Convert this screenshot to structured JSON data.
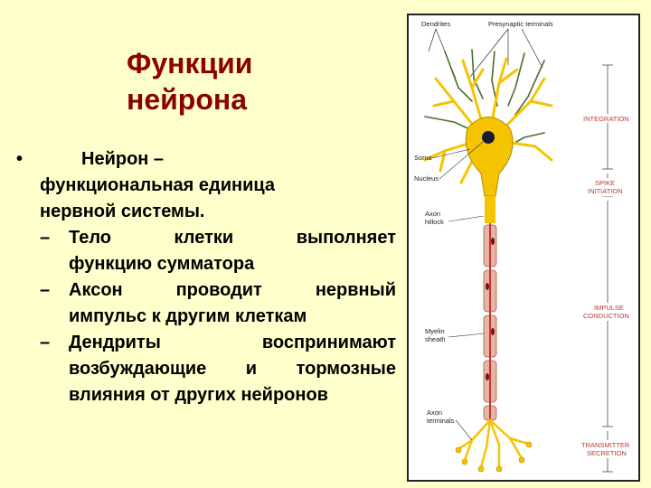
{
  "slide": {
    "title_line1": "Функции",
    "title_line2": "нейрона",
    "bullet_symbol": "•",
    "main_line1": "Нейрон –",
    "main_line2": "функциональная единица",
    "main_line3": "нервной системы.",
    "sub_items": [
      {
        "dash": "–",
        "line1": "Тело клетки выполняет",
        "line2": "функцию сумматора"
      },
      {
        "dash": "–",
        "line1": "Аксон проводит нервный",
        "line2": "импульс к другим клеткам"
      },
      {
        "dash": "–",
        "line1": "Дендриты воспринимают",
        "line2": "возбуждающие и тормозные",
        "line3": "влияния от других нейронов"
      }
    ]
  },
  "diagram": {
    "labels": {
      "dendrites": "Dendrites",
      "presynaptic": "Presynaptic terminals",
      "soma": "Soma",
      "nucleus": "Nucleus",
      "axon_hillock_1": "Axon",
      "axon_hillock_2": "hillock",
      "myelin_1": "Myelin",
      "myelin_2": "sheath",
      "axon_terminals_1": "Axon",
      "axon_terminals_2": "terminals"
    },
    "zones": {
      "integration": "INTEGRATION",
      "spike_1": "SPIKE",
      "spike_2": "INITIATION",
      "impulse_1": "IMPULSE",
      "impulse_2": "CONDUCTION",
      "transmitter_1": "TRANSMITTER",
      "transmitter_2": "SECRETION"
    },
    "colors": {
      "neuron": "#f5c400",
      "neuron_stroke": "#b38a00",
      "myelin": "#e8b4a8",
      "axon_core": "#c0392b",
      "presynaptic": "#4f6b2e",
      "zone_text": "#c0392b"
    }
  }
}
